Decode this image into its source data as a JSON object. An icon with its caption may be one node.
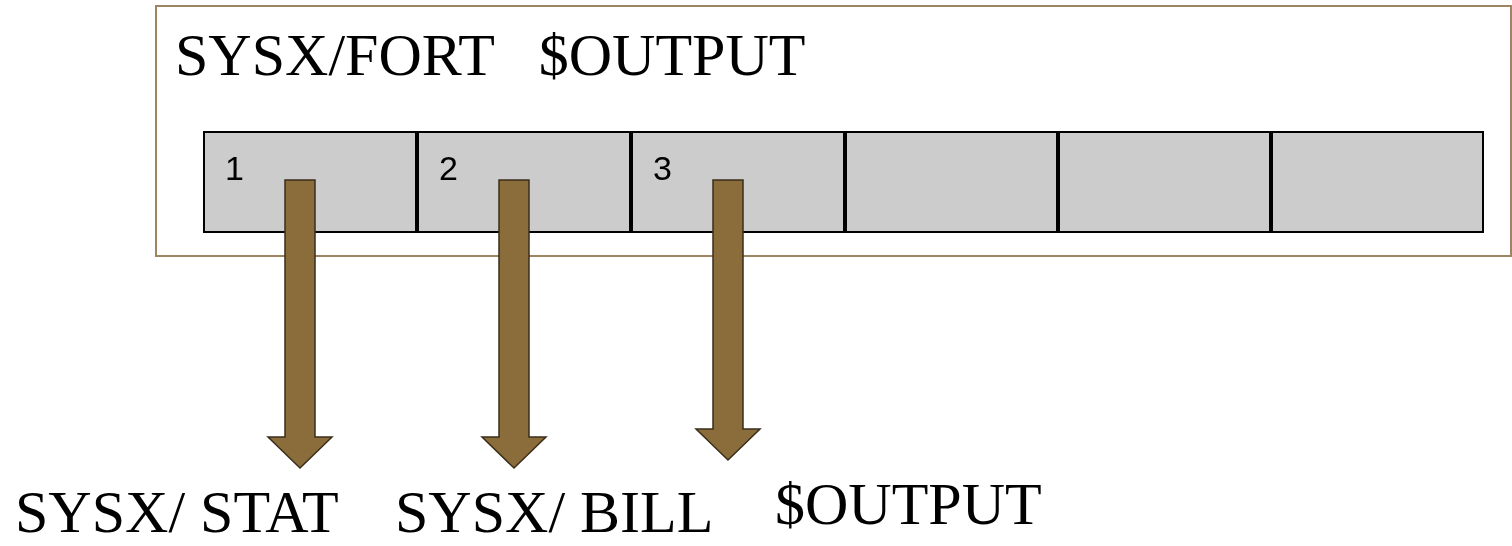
{
  "diagram": {
    "nodes": [
      {
        "text": [
          "SYSX/FORT   $OUTPUT"
        ]
      },
      {
        "text": [
          "1"
        ],
        "in": 0
      },
      {
        "text": [
          "2"
        ],
        "in": 0
      },
      {
        "text": [
          "3"
        ],
        "in": 0
      },
      {
        "text": [],
        "shape": "box",
        "in": 0
      },
      {
        "text": [],
        "shape": "box",
        "in": 0
      },
      {
        "text": [],
        "shape": "box",
        "in": 0
      },
      {
        "text": [
          "SYSX/ STAT"
        ]
      },
      {
        "text": [
          "SYSX/ BILL"
        ]
      },
      {
        "text": [
          "$OUTPUT"
        ]
      }
    ],
    "edges": [
      {
        "from": 1,
        "to": 7,
        "arrow": "to",
        "style": "thick"
      },
      {
        "from": 2,
        "to": 8,
        "arrow": "to",
        "style": "thick"
      },
      {
        "from": 3,
        "to": 9,
        "arrow": "to",
        "style": "thick"
      }
    ]
  }
}
